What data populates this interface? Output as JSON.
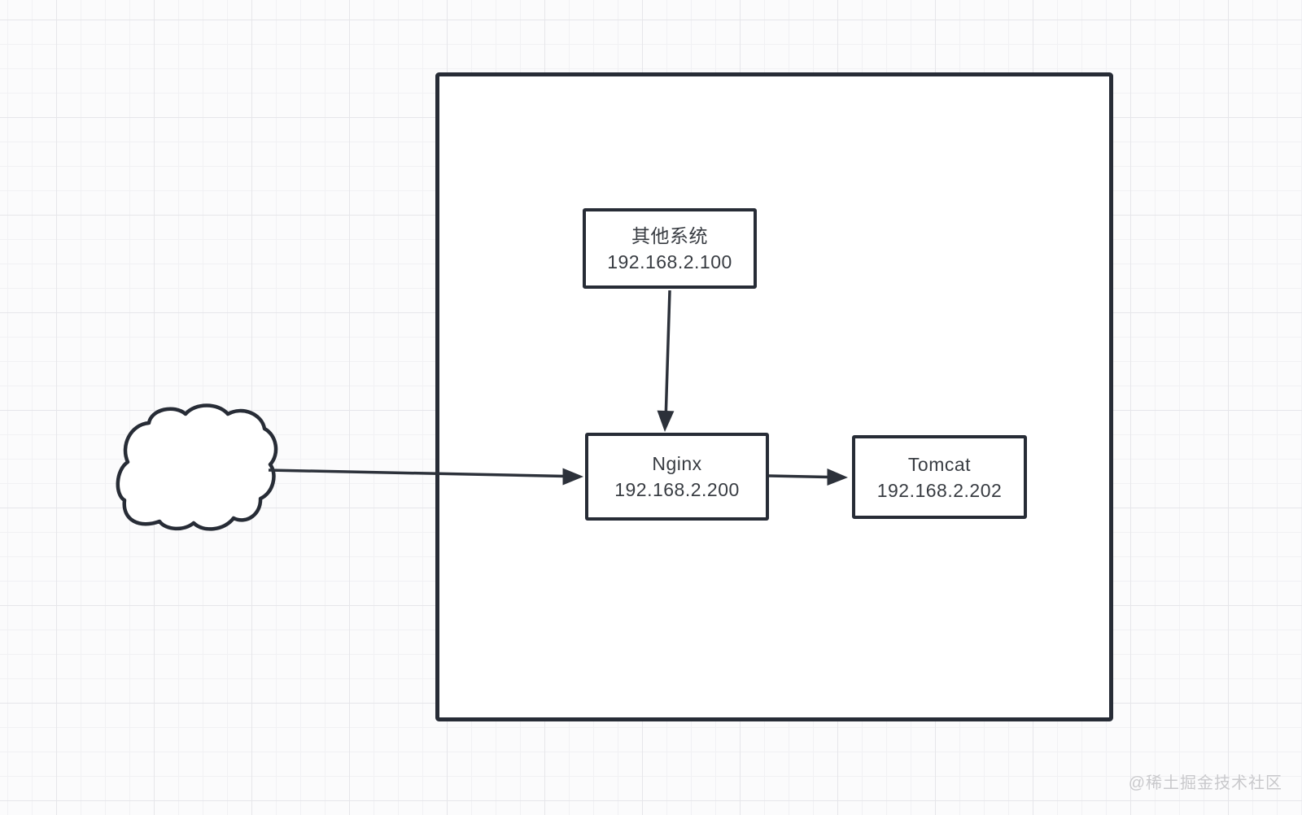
{
  "diagram": {
    "nodes": {
      "other_system": {
        "label": "其他系统",
        "ip": "192.168.2.100"
      },
      "nginx": {
        "label": "Nginx",
        "ip": "192.168.2.200"
      },
      "tomcat": {
        "label": "Tomcat",
        "ip": "192.168.2.202"
      }
    },
    "shapes": {
      "cloud": "internet-cloud",
      "boundary": "network-boundary-box"
    },
    "edges": [
      {
        "from": "internet-cloud",
        "to": "nginx"
      },
      {
        "from": "other_system",
        "to": "nginx"
      },
      {
        "from": "nginx",
        "to": "tomcat"
      }
    ]
  },
  "watermark": {
    "text": "@稀土掘金技术社区"
  },
  "colors": {
    "stroke": "#272c36",
    "arrow": "#2c313a",
    "text": "#383c42",
    "watermark_text": "#c9c9cc",
    "background": "#fbfbfc",
    "grid_minor": "#f1f1f4",
    "grid_major": "#e6e6ea"
  }
}
